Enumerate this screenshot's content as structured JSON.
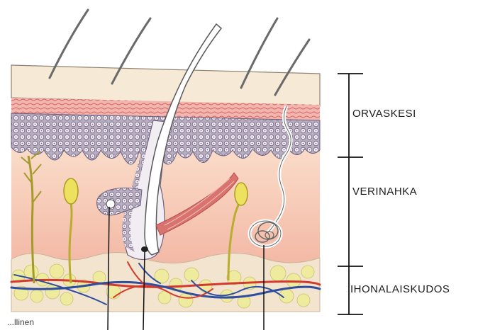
{
  "labels": {
    "epidermis": "ORVASKESI",
    "dermis": "VERINAHKA",
    "subcutis": "IHONALAISKUDOS"
  },
  "cropped_caption": "...llinen",
  "colors": {
    "epidermis_surface": "#f6ead6",
    "stratum_red": "#e48a86",
    "basal_cells": "#b8adbb",
    "dermis_top": "#f9dcc6",
    "dermis_bottom": "#f4b7a3",
    "subcutis": "#f3e4cf",
    "fat": "#eeeaa0",
    "artery": "#d33a2e",
    "vein": "#2f4f9e",
    "hair": "#666666",
    "gland_yellow": "#e9e06a"
  }
}
